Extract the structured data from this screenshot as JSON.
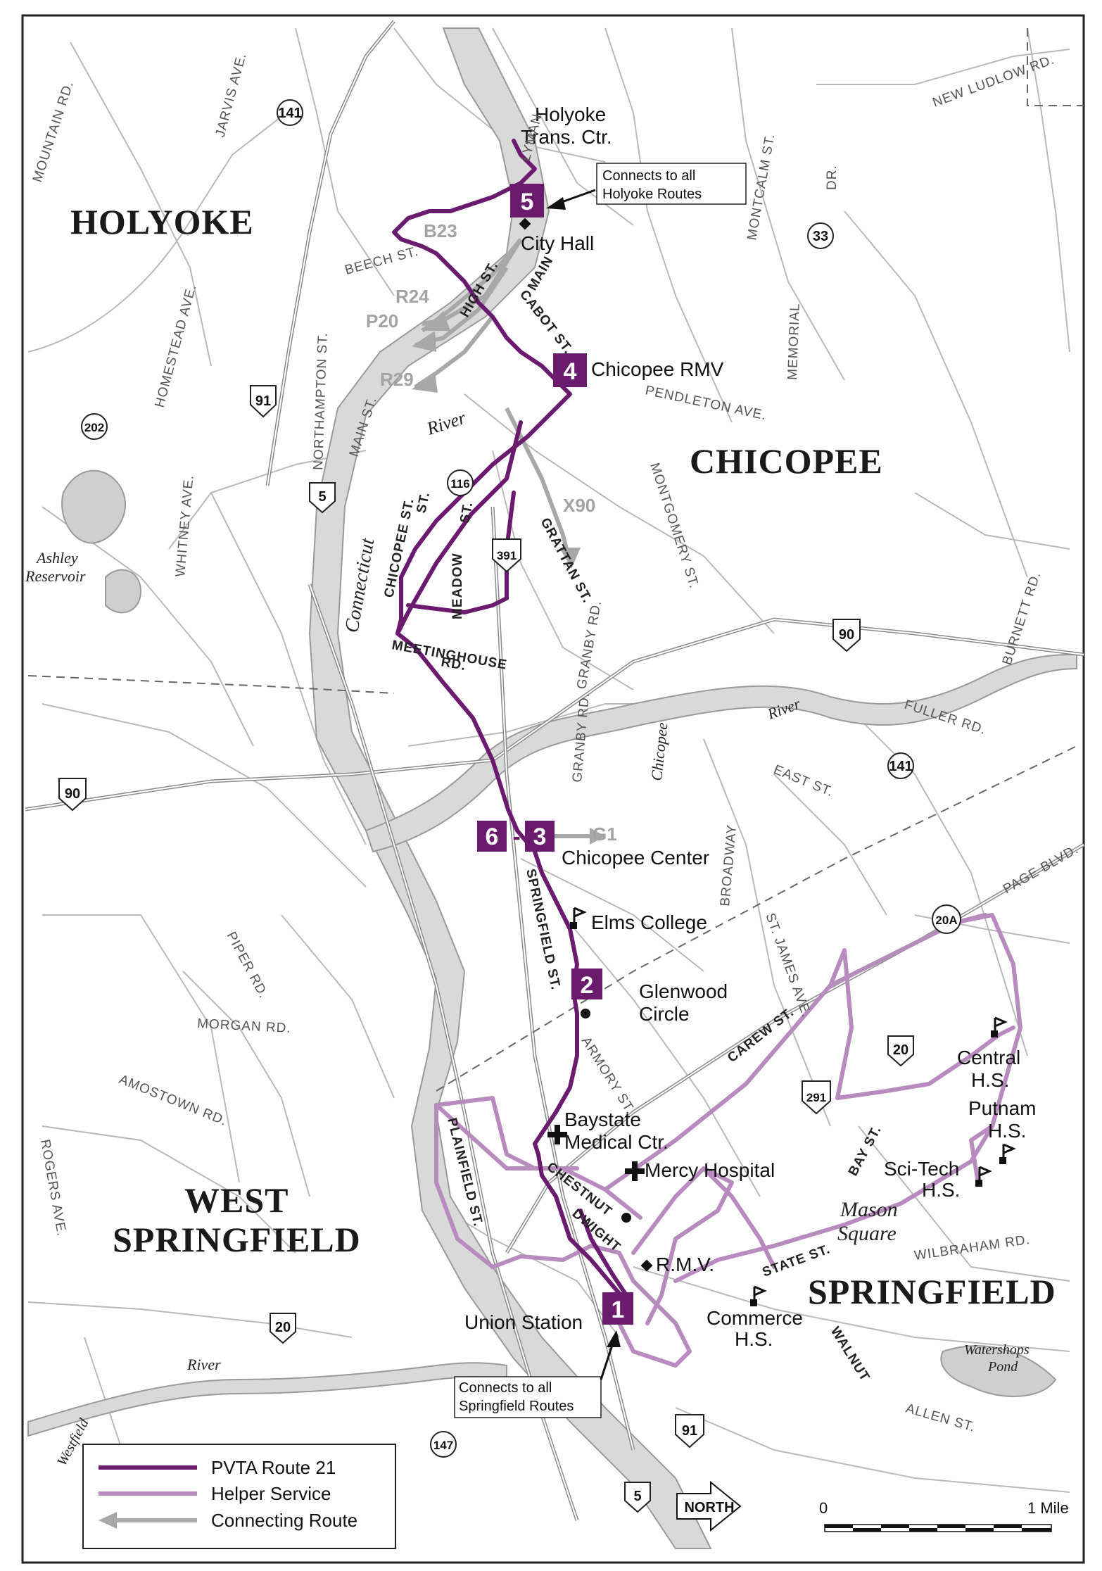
{
  "cities": {
    "holyoke": "HOLYOKE",
    "chicopee": "CHICOPEE",
    "west_springfield_line1": "WEST",
    "west_springfield_line2": "SPRINGFIELD",
    "springfield": "SPRINGFIELD"
  },
  "stops": [
    {
      "number": "1",
      "label": "Union Station"
    },
    {
      "number": "2",
      "label_line1": "Glenwood",
      "label_line2": "Circle"
    },
    {
      "number": "3",
      "label": "Chicopee Center"
    },
    {
      "number": "4",
      "label": "Chicopee RMV"
    },
    {
      "number": "5",
      "label": "City Hall"
    },
    {
      "number": "6",
      "separator": "-"
    }
  ],
  "places": {
    "holyoke_trans_line1": "Holyoke",
    "holyoke_trans_line2": "Trans. Ctr.",
    "elms_college": "Elms College",
    "baystate_line1": "Baystate",
    "baystate_line2": "Medical Ctr.",
    "mercy_hospital": "Mercy Hospital",
    "rmv": "R.M.V.",
    "commerce_line1": "Commerce",
    "commerce_line2": "H.S.",
    "central_line1": "Central",
    "central_line2": "H.S.",
    "putnam_line1": "Putnam",
    "putnam_line2": "H.S.",
    "scitech_line1": "Sci-Tech",
    "scitech_line2": "H.S.",
    "mason_line1": "Mason",
    "mason_line2": "Square"
  },
  "callouts": {
    "holyoke_line1": "Connects to all",
    "holyoke_line2": "Holyoke Routes",
    "springfield_line1": "Connects to all",
    "springfield_line2": "Springfield Routes"
  },
  "connecting_routes": [
    "B23",
    "R24",
    "P20",
    "R29",
    "X90",
    "G1"
  ],
  "highways": [
    "141",
    "33",
    "91",
    "202",
    "5",
    "116",
    "391",
    "90",
    "141",
    "90",
    "20A",
    "20",
    "291",
    "20",
    "147",
    "91",
    "5"
  ],
  "streets": {
    "mountain_rd": "MOUNTAIN RD.",
    "jarvis_ave": "JARVIS AVE.",
    "new_ludlow_rd": "NEW LUDLOW RD.",
    "lyman": "LYMAN",
    "montcalm_st": "MONTCALM ST.",
    "dr": "DR.",
    "beech_st": "BEECH ST.",
    "high_st": "HIGH ST.",
    "main": "MAIN",
    "cabot_st": "CABOT ST.",
    "homestead_ave": "HOMESTEAD AVE.",
    "northampton_st": "NORTHAMPTON ST.",
    "memorial": "MEMORIAL",
    "main_st": "MAIN ST.",
    "pendleton_ave": "PENDLETON AVE.",
    "chicopee_st": "CHICOPEE ST.",
    "chicopee_st_2": "ST.",
    "meadow": "MEADOW",
    "meadow_st": "ST.",
    "grattan_st": "GRATTAN ST.",
    "montgomery_st": "MONTGOMERY ST.",
    "whitney_ave": "WHITNEY AVE.",
    "meetinghouse_rd_1": "MEETINGHOUSE",
    "meetinghouse_rd_2": "RD.",
    "burnett_rd": "BURNETT RD.",
    "fuller_rd": "FULLER RD.",
    "granby_rd": "GRANBY RD.",
    "east_st": "EAST ST.",
    "springfield_st": "SPRINGFIELD ST.",
    "broadway": "BROADWAY",
    "st_james_ave": "ST. JAMES AVE.",
    "page_blvd": "PAGE BLVD.",
    "piper_rd": "PIPER RD.",
    "morgan_rd": "MORGAN RD.",
    "armory_st": "ARMORY ST.",
    "carew_st": "CAREW ST.",
    "amostown_rd": "AMOSTOWN RD.",
    "rogers_ave": "ROGERS AVE.",
    "plainfield_st": "PLAINFIELD ST.",
    "chestnut": "CHESTNUT",
    "dwight": "DWIGHT",
    "bay_st": "BAY ST.",
    "state_st": "STATE ST.",
    "wilbraham_rd": "WILBRAHAM RD.",
    "walnut": "WALNUT",
    "allen_st": "ALLEN ST."
  },
  "water": {
    "ashley_line1": "Ashley",
    "ashley_line2": "Reservoir",
    "connecticut": "Connecticut",
    "river_ct": "River",
    "chicopee_river": "Chicopee",
    "river_chicopee": "River",
    "westfield": "Westfield",
    "river_westfield": "River",
    "watershops_line1": "Watershops",
    "watershops_line2": "Pond"
  },
  "legend": [
    {
      "label": "PVTA Route 21",
      "color": "#6a1b6e"
    },
    {
      "label": "Helper Service",
      "color": "#b78bbd"
    },
    {
      "label": "Connecting Route",
      "color": "#a8a8a8"
    }
  ],
  "north": "NORTH",
  "scale": {
    "start": "0",
    "end": "1 Mile"
  },
  "colors": {
    "route": "#6a1b6e",
    "helper": "#b78bbd",
    "connecting": "#a8a8a8"
  }
}
